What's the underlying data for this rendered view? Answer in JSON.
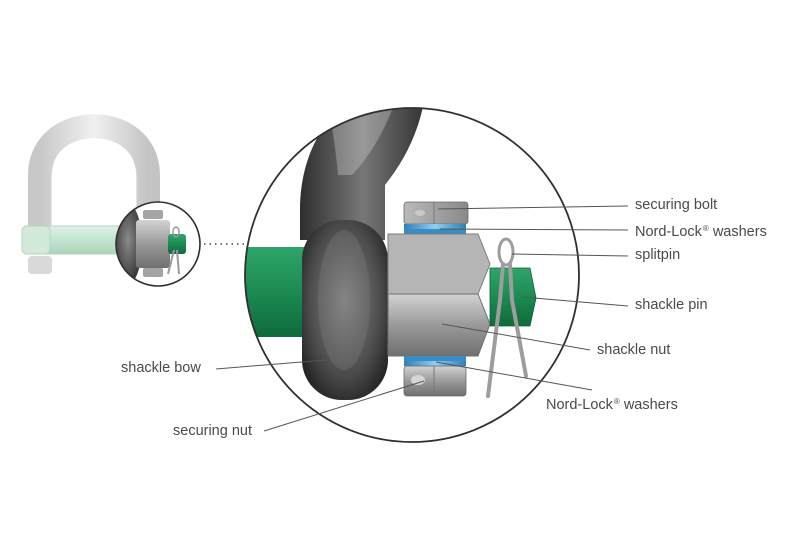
{
  "labels": {
    "securing_bolt": "securing bolt",
    "nord_lock_top_main": "Nord-Lock",
    "nord_lock_top_rest": " washers",
    "splitpin": "splitpin",
    "shackle_pin": "shackle pin",
    "shackle_nut": "shackle nut",
    "nord_lock_bottom_main": "Nord-Lock",
    "nord_lock_bottom_rest": " washers",
    "shackle_bow": "shackle bow",
    "securing_nut": "securing nut",
    "registered_mark": "®"
  },
  "colors": {
    "pin_green": "#1f8a55",
    "bow_dark": "#3c3c3c",
    "nut_grey": "#9c9c9c",
    "washer_blue": "#5aa9d8",
    "shackle_light": "#dcdcdc",
    "pin_light_green": "#c8e7d2",
    "label_text": "#4a4a4a"
  }
}
